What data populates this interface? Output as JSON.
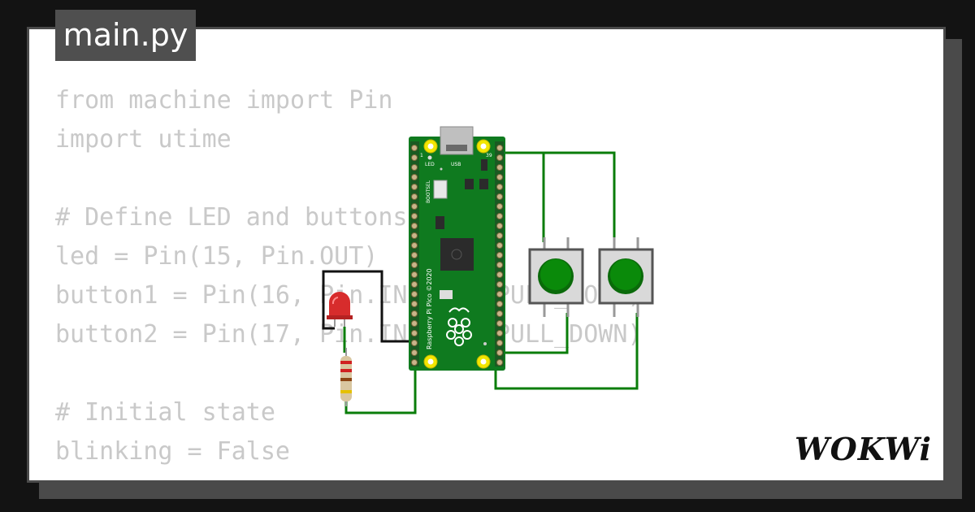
{
  "file_tab": {
    "label": "main.py"
  },
  "code_lines": [
    "from machine import Pin",
    "import utime",
    "",
    "# Define LED and buttons",
    "led = Pin(15, Pin.OUT)",
    "button1 = Pin(16, Pin.IN, Pin.PULL_DOWN)",
    "button2 = Pin(17, Pin.IN, Pin.PULL_DOWN)",
    "",
    "# Initial state",
    "blinking = False"
  ],
  "board": {
    "name": "Raspberry Pi Pico ©2020",
    "led_label": "LED",
    "usb_label": "USB",
    "bootsel_label": "BOOTSEL",
    "pin_num_left": "1",
    "pin_num_right": "39"
  },
  "components": {
    "led": {
      "color": "#d72c2c",
      "icon": "led-icon"
    },
    "resistor": {
      "bands": [
        "#d02020",
        "#d02020",
        "#8b4513",
        "#e5c000"
      ],
      "icon": "resistor-icon"
    },
    "buttons": [
      {
        "color": "#0a8a0a",
        "icon": "pushbutton-icon"
      },
      {
        "color": "#0a8a0a",
        "icon": "pushbutton-icon"
      }
    ]
  },
  "colors": {
    "wire": "#0a7d0a",
    "wire_black": "#111111",
    "board": "#0f7a1f",
    "code": "#c9c9c9",
    "tab_bg": "#4f4f4f"
  },
  "brand": {
    "logo_text": "WOKWi"
  }
}
